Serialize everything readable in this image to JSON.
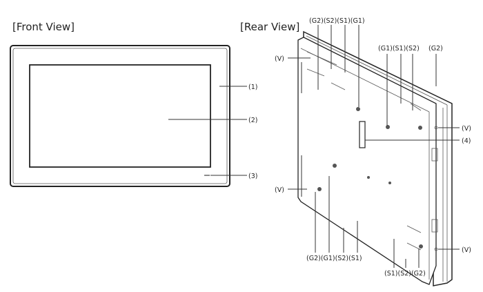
{
  "front": {
    "title": "[Front View]",
    "callouts": [
      "(1)",
      "(2)",
      "(3)"
    ]
  },
  "rear": {
    "title": "[Rear View]",
    "top_left_group": "(G2)(S2)(S1)(G1)",
    "top_right_group": "(G1)(S1)(S2)",
    "top_right_g2": "(G2)",
    "v_label": "(V)",
    "callout_4": "(4)",
    "bottom_left_group": "(G2)(G1)(S2)(S1)",
    "bottom_right_group": "(S1)(S2)(G2)"
  }
}
